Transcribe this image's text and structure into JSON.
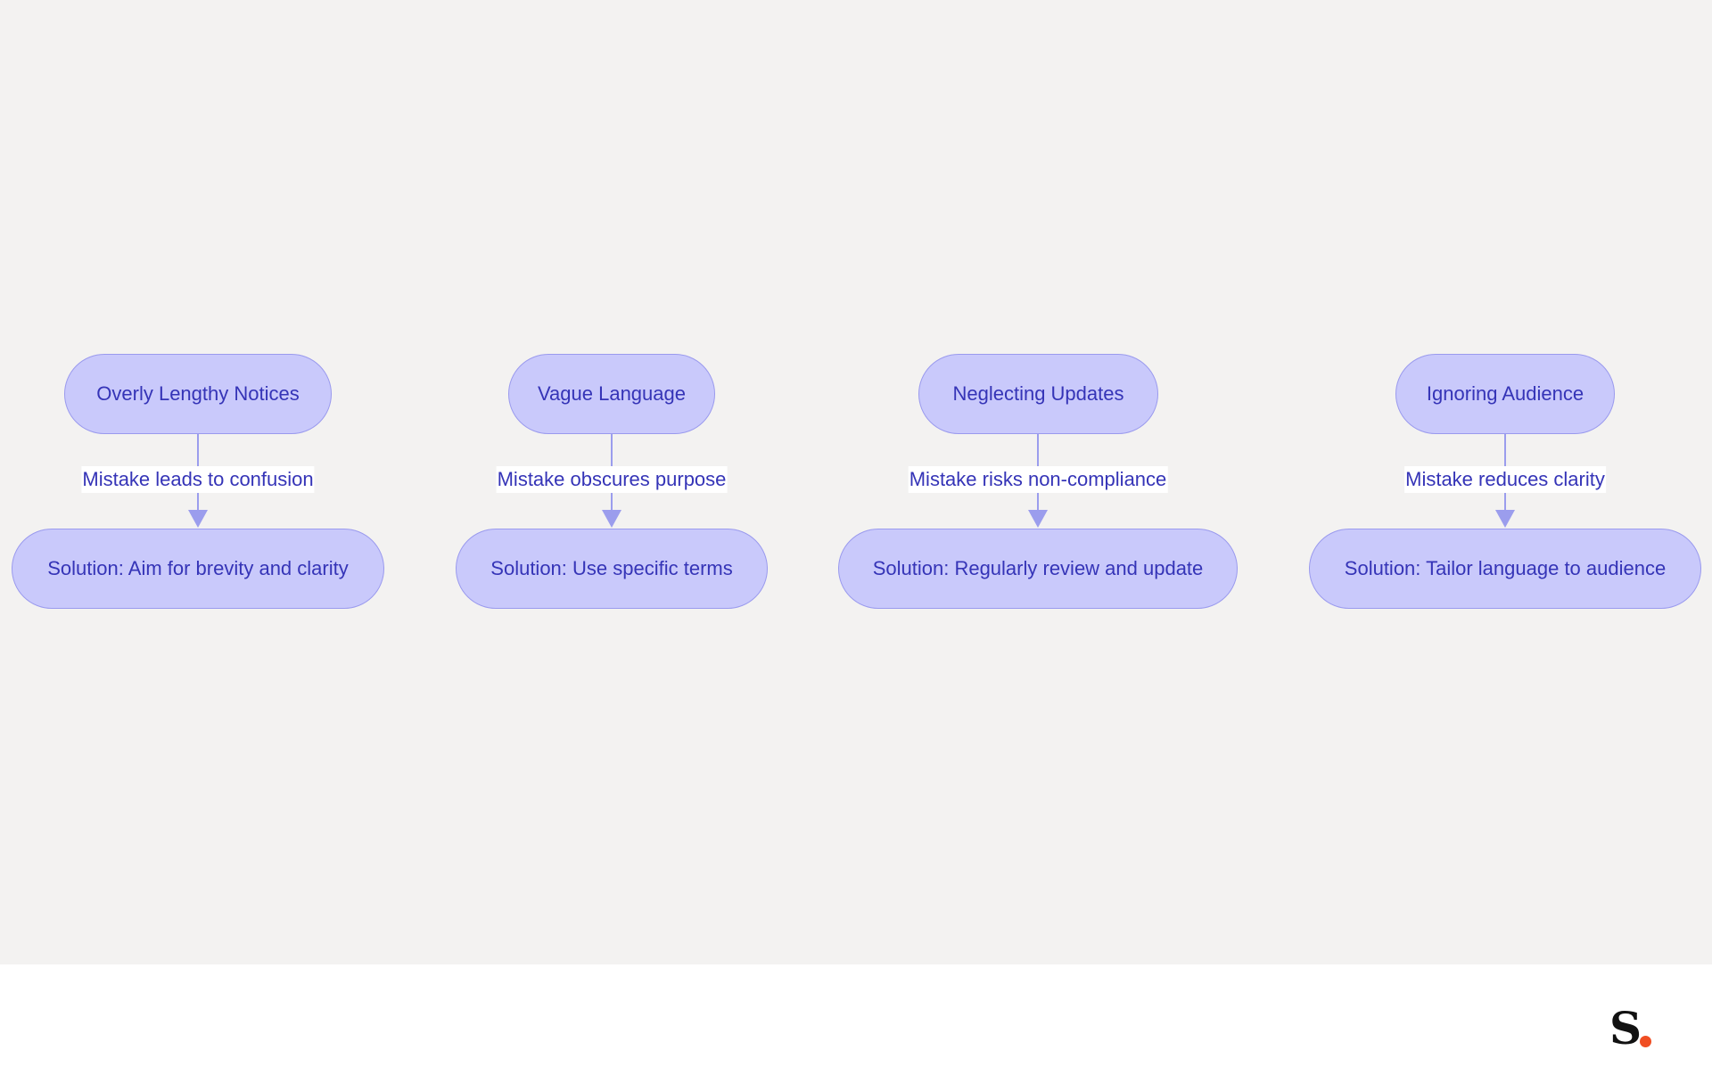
{
  "diagram": {
    "flows": [
      {
        "mistake": "Overly Lengthy Notices",
        "edge_label": "Mistake leads to confusion",
        "solution": "Solution: Aim for brevity and clarity"
      },
      {
        "mistake": "Vague Language",
        "edge_label": "Mistake obscures purpose",
        "solution": "Solution: Use specific terms"
      },
      {
        "mistake": "Neglecting Updates",
        "edge_label": "Mistake risks non-compliance",
        "solution": "Solution: Regularly review and update"
      },
      {
        "mistake": "Ignoring Audience",
        "edge_label": "Mistake reduces clarity",
        "solution": "Solution: Tailor language to audience"
      }
    ]
  },
  "colors": {
    "node_fill": "#c9c9fb",
    "node_border": "#9a9aee",
    "text": "#3534b7",
    "edge": "#9b9ded",
    "canvas_background": "#f3f2f1",
    "logo_accent": "#f04e23"
  },
  "logo": {
    "text": "S",
    "icon": "brand-logo-icon"
  }
}
